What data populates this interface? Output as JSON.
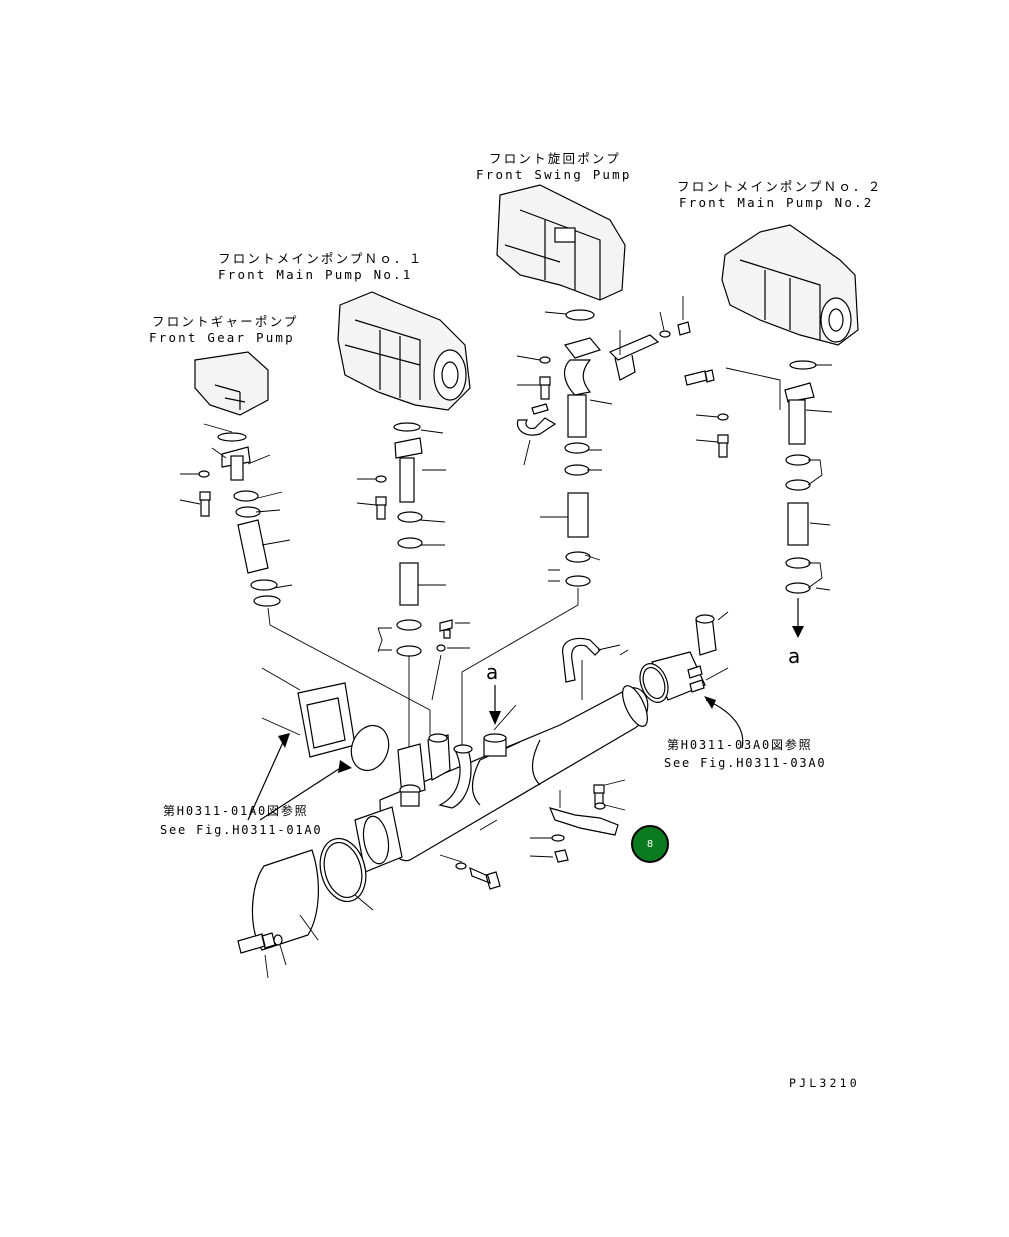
{
  "labels": {
    "gear_pump_jp": "フロントギャーポンプ",
    "gear_pump_en": "Front Gear Pump",
    "main_pump1_jp": "フロントメインポンプＮｏ．１",
    "main_pump1_en": "Front Main Pump No.1",
    "swing_pump_jp": "フロント旋回ポンプ",
    "swing_pump_en": "Front Swing Pump",
    "main_pump2_jp": "フロントメインポンプＮｏ．２",
    "main_pump2_en": "Front Main Pump No.2"
  },
  "references": {
    "fig01_jp": "第H0311-01A0図参照",
    "fig01_en": "See Fig.H0311-01A0",
    "fig03_jp": "第H0311-03A0図参照",
    "fig03_en": "See Fig.H0311-03A0"
  },
  "arrow_labels": {
    "a_top": "a",
    "a_right": "a"
  },
  "callout": {
    "number": "8",
    "color": "#0c7a1f"
  },
  "drawing_code": "PJL3210"
}
